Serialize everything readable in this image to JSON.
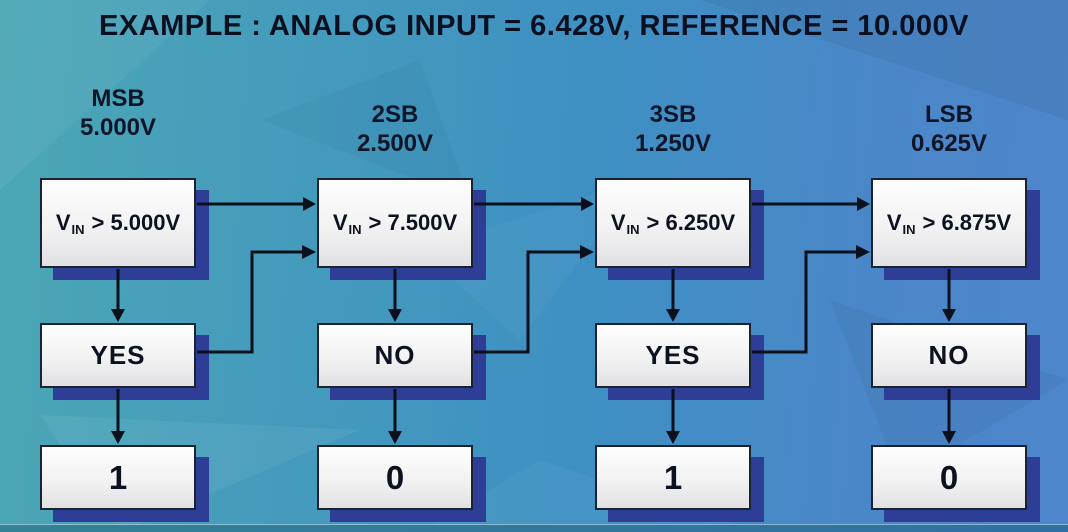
{
  "title": "EXAMPLE : ANALOG INPUT = 6.428V, REFERENCE = 10.000V",
  "columns": [
    {
      "bit_name": "MSB",
      "trial_voltage": "5.000V",
      "comparison": {
        "var": "V",
        "sub": "IN",
        "condition": "> 5.000V"
      },
      "decision": "YES",
      "bit_value": "1"
    },
    {
      "bit_name": "2SB",
      "trial_voltage": "2.500V",
      "comparison": {
        "var": "V",
        "sub": "IN",
        "condition": "> 7.500V"
      },
      "decision": "NO",
      "bit_value": "0"
    },
    {
      "bit_name": "3SB",
      "trial_voltage": "1.250V",
      "comparison": {
        "var": "V",
        "sub": "IN",
        "condition": "> 6.250V"
      },
      "decision": "YES",
      "bit_value": "1"
    },
    {
      "bit_name": "LSB",
      "trial_voltage": "0.625V",
      "comparison": {
        "var": "V",
        "sub": "IN",
        "condition": "> 6.875V"
      },
      "decision": "NO",
      "bit_value": "0"
    }
  ],
  "colors": {
    "background_left": "#4BA7B5",
    "background_right": "#4E86CB",
    "box_fill": "#F2F2F3",
    "box_shadow": "#2E3D95",
    "line": "#0A101C",
    "text": "#0D1528"
  }
}
